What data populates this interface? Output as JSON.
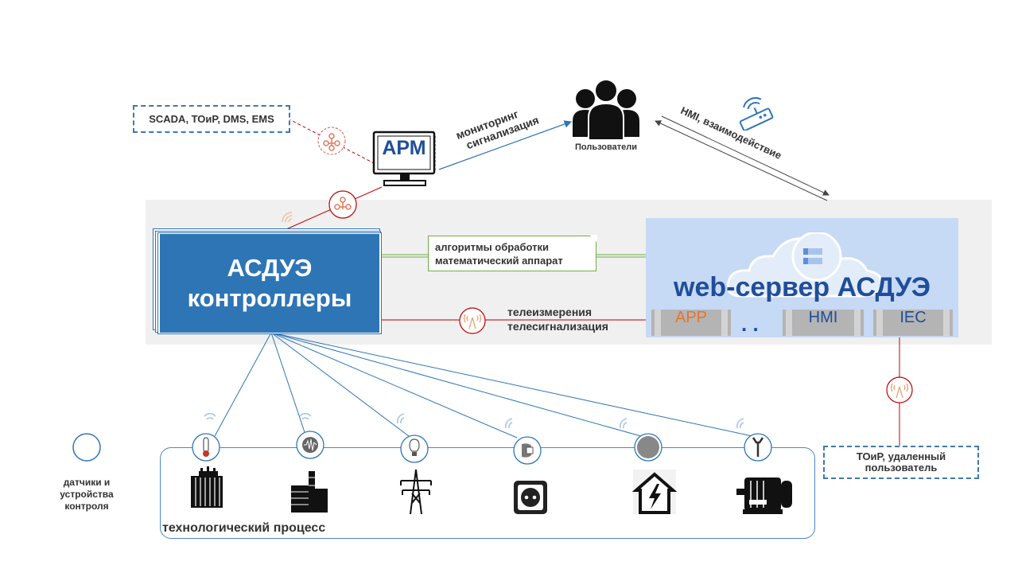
{
  "scada_box": "SCADA, ТОиР, DMS, EMS",
  "arm_label": "АРМ",
  "monitoring": [
    "мониторинг",
    "сигнализация"
  ],
  "users_label": "Пользователи",
  "hmi_interaction": "HMI, взаимодействие",
  "controller": [
    "АСДУЭ",
    "контроллеры"
  ],
  "algorithms": [
    "алгоритмы обработки",
    "математический аппарат"
  ],
  "web_server": {
    "title": "web-сервер АСДУЭ",
    "tiles": [
      "APP",
      "HMI",
      "IEC"
    ],
    "dots": ". ."
  },
  "telemetry": [
    "телеизмерения",
    "телесигнализация"
  ],
  "toir_box": [
    "ТОиР, удаленный",
    "пользователь"
  ],
  "sensors_legend": [
    "датчики и",
    "устройства",
    "контроля"
  ],
  "process_label": "технологический процесс",
  "colors": {
    "blue": "#2e75b6",
    "red": "#c00000",
    "green": "#70ad47",
    "server_bg": "#c6d9f5",
    "web_title": "#1f4e9a",
    "app_text": "#e8742a"
  },
  "icons": {
    "sensors": [
      "thermometer-icon",
      "waveform-icon",
      "bulb-icon",
      "plug-icon",
      "gray-disc-icon",
      "wrench-icon"
    ],
    "equipment": [
      "transformer-icon",
      "factory-icon",
      "power-tower-icon",
      "socket-icon",
      "house-bolt-icon",
      "motor-icon"
    ]
  }
}
